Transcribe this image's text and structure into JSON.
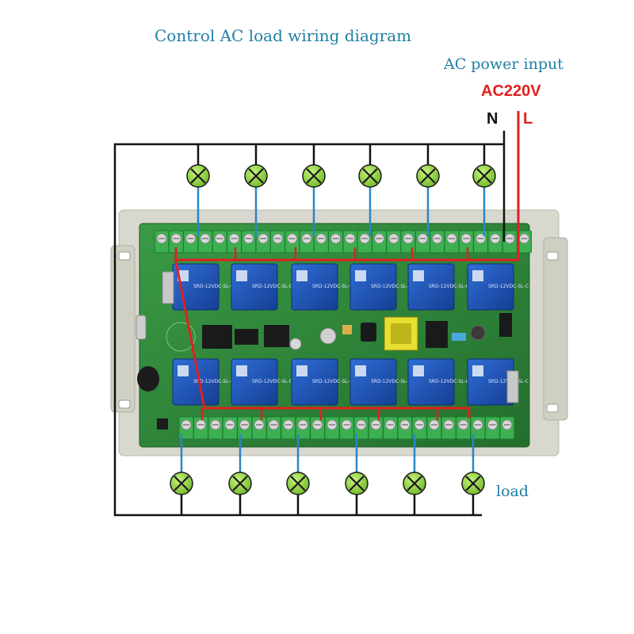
{
  "title": "Control AC load wiring diagram",
  "power_input_label": "AC power input",
  "voltage_label": "AC220V",
  "neutral_label": "N",
  "live_label": "L",
  "load_label": "load",
  "relay_marking": "SRD-12VDC-SL-C",
  "colors": {
    "neutral_wire": "#111111",
    "live_wire": "#e02020",
    "load_wire": "#2a86c8",
    "lamp_fill": "#8cd63a",
    "pcb_green": "#2f8a3a",
    "relay_blue": "#1d4fb8",
    "terminal_green": "#3cb050",
    "housing": "#d6d6cc"
  }
}
